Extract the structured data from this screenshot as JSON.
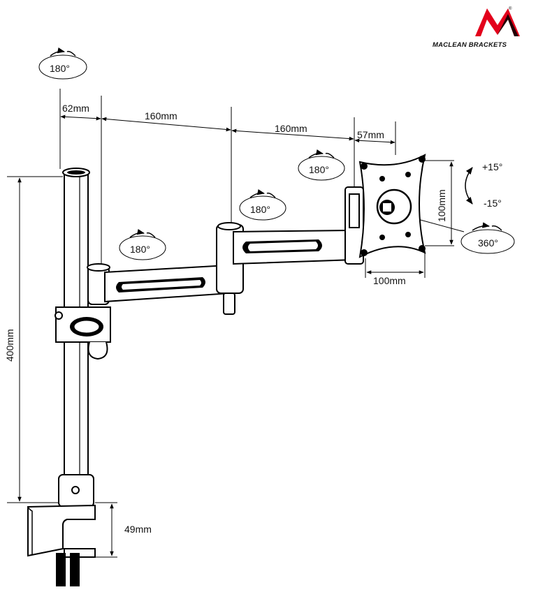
{
  "brand": {
    "name": "MACLEAN BRACKETS",
    "logo_icon": "maclean-m-logo-icon",
    "accent_color": "#e3001b"
  },
  "dimensions": {
    "pole_offset": "62mm",
    "arm_1_length": "160mm",
    "arm_2_length": "160mm",
    "head_offset": "57mm",
    "pole_height": "400mm",
    "vesa_width": "100mm",
    "vesa_height": "100mm",
    "clamp_height": "49mm"
  },
  "rotations": {
    "pole_top": "180°",
    "head": "180°",
    "arm_joint_2": "180°",
    "arm_joint_1": "180°",
    "screen": "360°"
  },
  "tilt": {
    "up": "+15°",
    "down": "-15°"
  }
}
